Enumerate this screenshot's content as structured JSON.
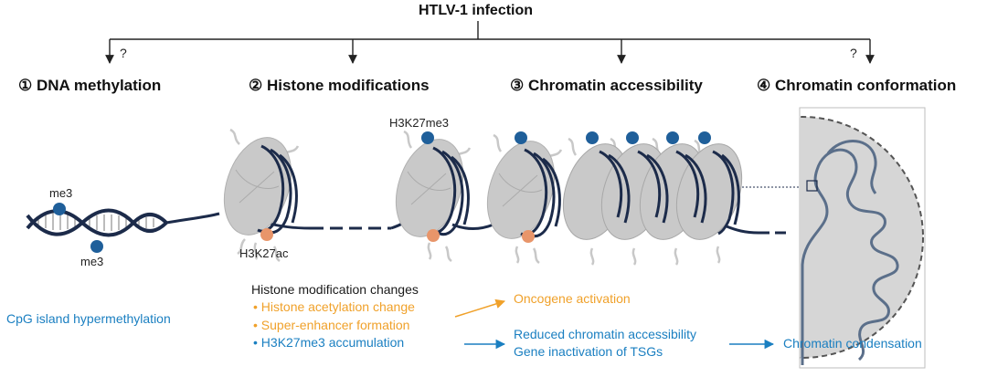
{
  "title": "HTLV-1 infection",
  "question_mark": "?",
  "steps": [
    {
      "label": "① DNA methylation"
    },
    {
      "label": "② Histone modifications"
    },
    {
      "label": "③ Chromatin accessibility"
    },
    {
      "label": "④ Chromatin conformation"
    }
  ],
  "labels": {
    "me3": "me3",
    "h3k27me3": "H3K27me3",
    "h3k27ac": "H3K27ac"
  },
  "dna_methylation_result": "CpG island hypermethylation",
  "histone_changes": {
    "header": "Histone modification changes",
    "items": [
      {
        "text": "• Histone acetylation change",
        "color": "orange"
      },
      {
        "text": "• Super-enhancer formation",
        "color": "orange"
      },
      {
        "text": "• H3K27me3 accumulation",
        "color": "blue"
      }
    ]
  },
  "outcomes": {
    "oncogene": "Oncogene activation",
    "reduced_accessibility": "Reduced chromatin accessibility",
    "gene_inactivation": "Gene inactivation of TSGs",
    "condensation": "Chromatin condensation"
  },
  "colors": {
    "blue_text": "#1a7fc1",
    "orange_text": "#f0a12a",
    "navy_line": "#1c2b4a",
    "nucleosome": "#c9c9c9",
    "methyl_dot": "#1f5f9a",
    "acetyl_dot": "#e8956a"
  }
}
